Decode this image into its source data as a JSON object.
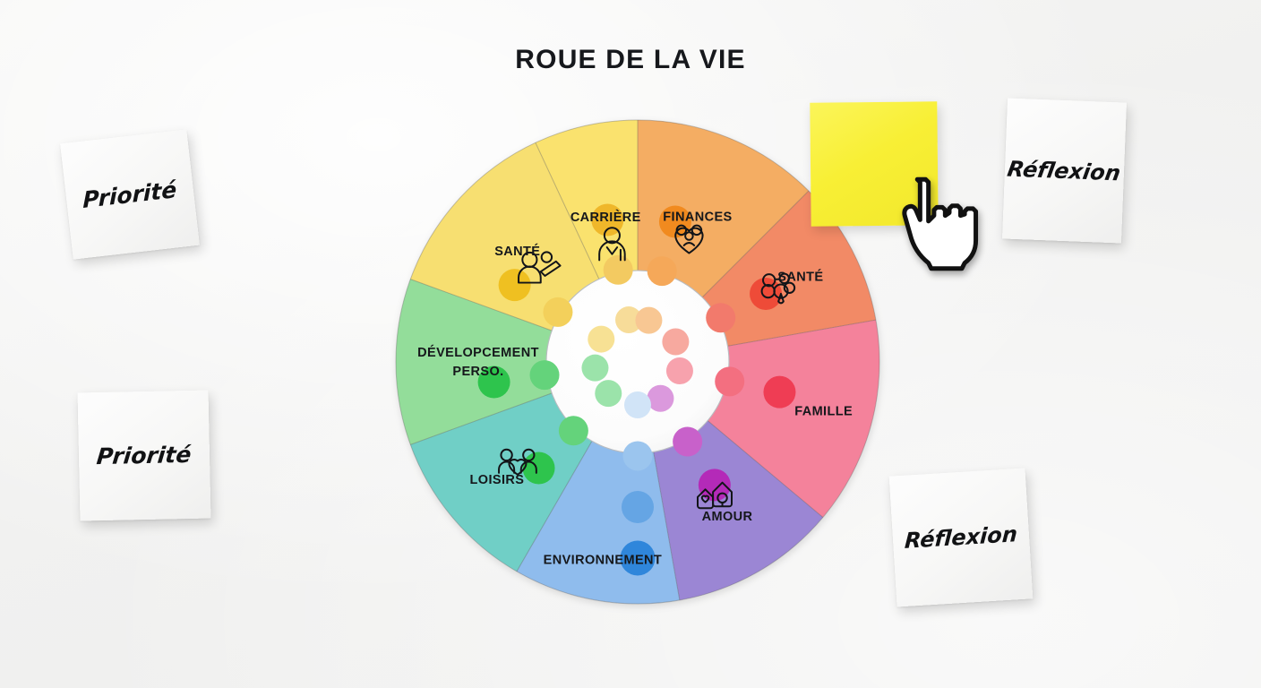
{
  "page": {
    "title": "ROUE DE LA VIE",
    "background_color": "#f3f3f2"
  },
  "wheel": {
    "center_color": "#fdfdfd",
    "outer_radius": 270,
    "inner_radius": 102,
    "segments": [
      {
        "id": "finances",
        "label": "FINANCES",
        "icon": "heart-people-icon",
        "color": "#f4ad63",
        "start_deg": -90,
        "end_deg": -45
      },
      {
        "id": "sante-right",
        "label": "SANTÉ",
        "icon": "molecule-icon",
        "color": "#f28a66",
        "start_deg": -45,
        "end_deg": -10
      },
      {
        "id": "famille",
        "label": "FAMILLE",
        "icon": "",
        "color": "#f4829b",
        "start_deg": -10,
        "end_deg": 40
      },
      {
        "id": "amour",
        "label": "AMOUR",
        "icon": "houses-heart-icon",
        "color": "#9b86d4",
        "start_deg": 40,
        "end_deg": 80
      },
      {
        "id": "environnement",
        "label": "ENVIRONNEMENT",
        "icon": "",
        "color": "#8fbced",
        "start_deg": 80,
        "end_deg": 120
      },
      {
        "id": "loisirs",
        "label": "LOISIRS",
        "icon": "family-heart-icon",
        "color": "#6fcfc6",
        "start_deg": 120,
        "end_deg": 160
      },
      {
        "id": "developpement",
        "label": "DÉVELOPCEMENT PERSO.",
        "icon": "",
        "color": "#93dd9a",
        "start_deg": 160,
        "end_deg": 200
      },
      {
        "id": "sante-left",
        "label": "SANTÉ",
        "icon": "person-teach-icon",
        "color": "#f7df71",
        "start_deg": 200,
        "end_deg": 245
      },
      {
        "id": "carriere",
        "label": "CARRIÈRE",
        "icon": "person-icon",
        "color": "#fae26e",
        "start_deg": 245,
        "end_deg": 270
      }
    ]
  },
  "chart_data": {
    "type": "pie",
    "title": "ROUE DE LA VIE",
    "categories": [
      "FINANCES",
      "SANTÉ",
      "FAMILLE",
      "AMOUR",
      "ENVIRONNEMENT",
      "LOISIRS",
      "DÉVELOPCEMENT PERSO.",
      "SANTÉ",
      "CARRIÈRE"
    ],
    "values": [
      45,
      35,
      50,
      40,
      40,
      40,
      40,
      45,
      25
    ],
    "colors": [
      "#f4ad63",
      "#f28a66",
      "#f4829b",
      "#9b86d4",
      "#8fbced",
      "#6fcfc6",
      "#93dd9a",
      "#f7df71",
      "#fae26e"
    ],
    "score_markers": [
      {
        "segment": "carriere",
        "angle_deg": 258,
        "dots": 3,
        "color": "#efb72a"
      },
      {
        "segment": "finances",
        "angle_deg": 285,
        "dots": 3,
        "color": "#f18a1f"
      },
      {
        "segment": "sante-right",
        "angle_deg": 332,
        "dots": 3,
        "color": "#ee4b38"
      },
      {
        "segment": "famille",
        "angle_deg": 12,
        "dots": 3,
        "color": "#ef3d54"
      },
      {
        "segment": "amour",
        "angle_deg": 58,
        "dots": 3,
        "color": "#b42ab8"
      },
      {
        "segment": "environnement",
        "angle_deg": 90,
        "dots": 4,
        "color": "#2f86db"
      },
      {
        "segment": "loisirs",
        "angle_deg": 133,
        "dots": 3,
        "color": "#2ec44d"
      },
      {
        "segment": "developpement",
        "angle_deg": 172,
        "dots": 3,
        "color": "#2ec44d"
      },
      {
        "segment": "sante-left",
        "angle_deg": 212,
        "dots": 3,
        "color": "#efc021"
      }
    ],
    "legend_position": "none",
    "grid": false
  },
  "notes": [
    {
      "id": "note-priorite-1",
      "text": "Priorité",
      "color": "#fbfbfa"
    },
    {
      "id": "note-priorite-2",
      "text": "Priorité",
      "color": "#fbfbfa"
    },
    {
      "id": "note-reflexion-1",
      "text": "Réflexion",
      "color": "#fbfbfa"
    },
    {
      "id": "note-reflexion-2",
      "text": "Réflexion",
      "color": "#fbfbfa"
    }
  ],
  "yellow_note": {
    "text": "",
    "color": "#f8ef35"
  },
  "cursor": {
    "type": "pointing-hand-cursor"
  }
}
